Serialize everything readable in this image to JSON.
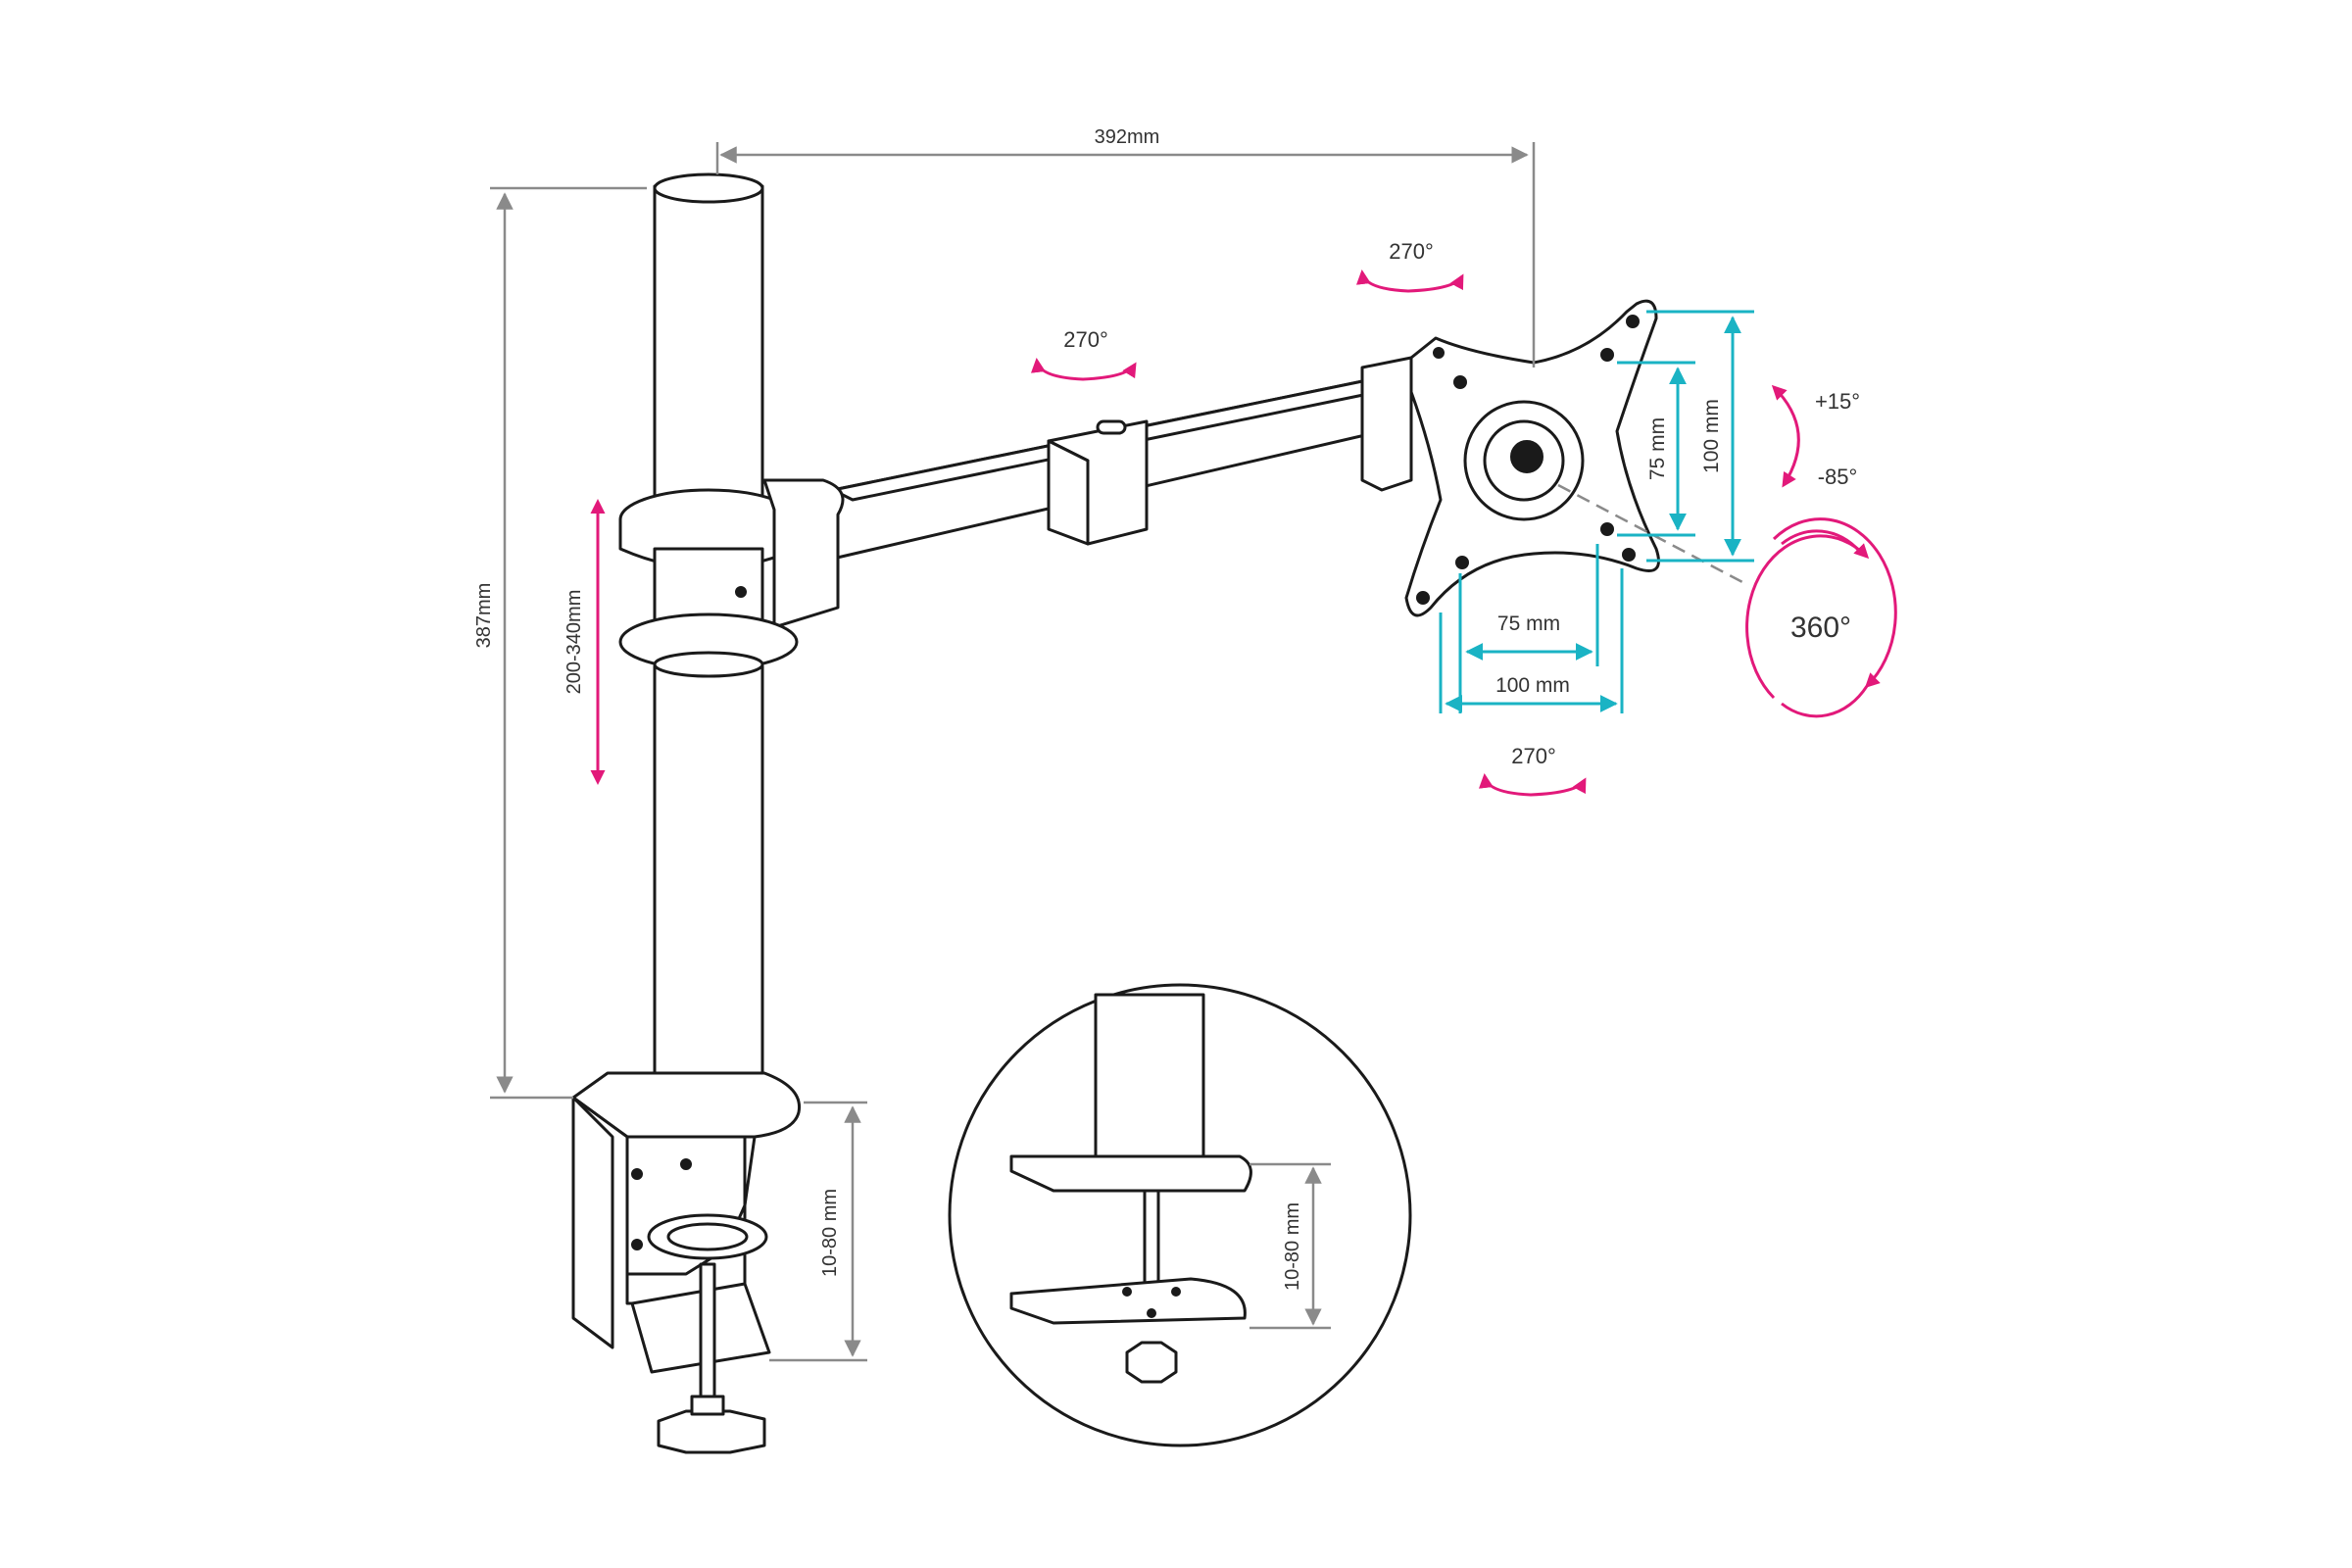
{
  "dimensions": {
    "arm_reach": "392mm",
    "total_height": "387mm",
    "height_adjust": "200-340mm",
    "clamp_range": "10-80 mm",
    "clamp_range_detail": "10-80 mm"
  },
  "vesa": {
    "h_small": "75 mm",
    "h_large": "100 mm",
    "v_small": "75 mm",
    "v_large": "100 mm"
  },
  "rotations": {
    "arm_joint": "270°",
    "head_joint": "270°",
    "swivel": "270°",
    "tilt_up": "+15°",
    "tilt_down": "-85°",
    "rotate": "360°"
  },
  "colors": {
    "line": "#1a1a1a",
    "dimension": "#8a8a8a",
    "vesa_accent": "#1ab3c4",
    "motion_accent": "#e2197a"
  }
}
